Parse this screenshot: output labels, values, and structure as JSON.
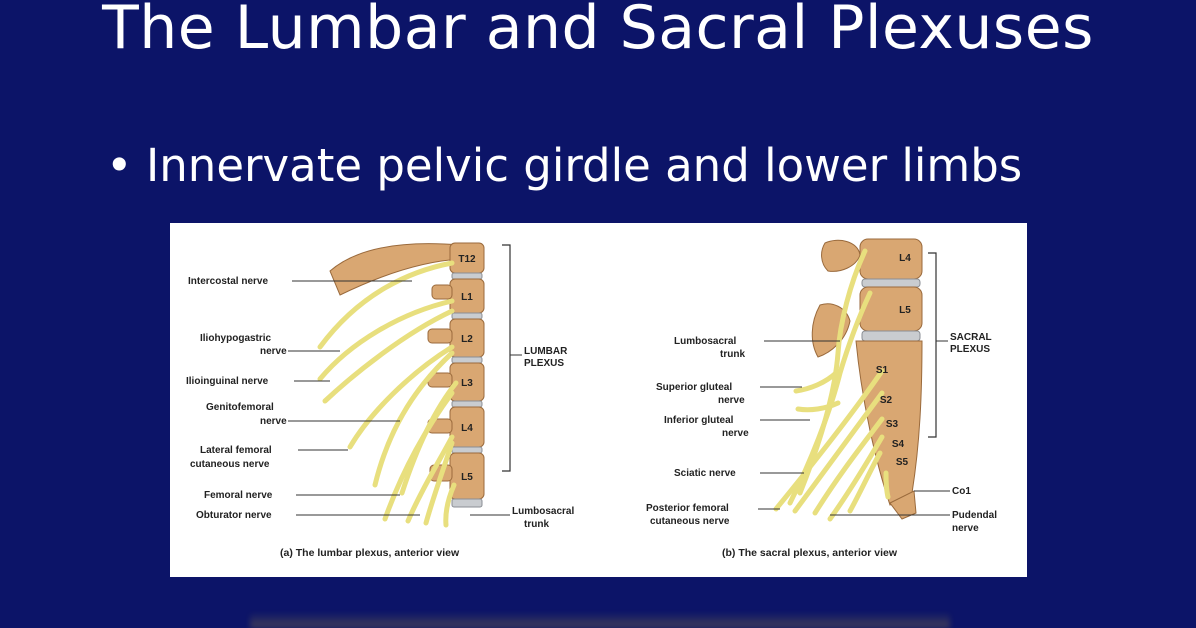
{
  "slide": {
    "title": "The Lumbar and Sacral Plexuses",
    "bullet_marker": "•",
    "bullet": "Innervate pelvic girdle and lower limbs"
  },
  "figure": {
    "lumbar": {
      "vertebrae": [
        "T12",
        "L1",
        "L2",
        "L3",
        "L4",
        "L5"
      ],
      "labels": {
        "intercostal": "Intercostal nerve",
        "iliohypogastric_1": "Iliohypogastric",
        "iliohypogastric_2": "nerve",
        "ilioinguinal": "Ilioinguinal nerve",
        "genitofemoral_1": "Genitofemoral",
        "genitofemoral_2": "nerve",
        "lateral_femoral_1": "Lateral femoral",
        "lateral_femoral_2": "cutaneous nerve",
        "femoral": "Femoral nerve",
        "obturator": "Obturator nerve",
        "plexus_1": "LUMBAR",
        "plexus_2": "PLEXUS",
        "lumbosacral_1": "Lumbosacral",
        "lumbosacral_2": "trunk"
      },
      "caption": "(a) The lumbar plexus, anterior view"
    },
    "sacral": {
      "vertebrae": [
        "L4",
        "L5",
        "S1",
        "S2",
        "S3",
        "S4",
        "S5"
      ],
      "labels": {
        "lumbosacral_1": "Lumbosacral",
        "lumbosacral_2": "trunk",
        "superior_gluteal_1": "Superior gluteal",
        "superior_gluteal_2": "nerve",
        "inferior_gluteal_1": "Inferior gluteal",
        "inferior_gluteal_2": "nerve",
        "sciatic": "Sciatic nerve",
        "posterior_femoral_1": "Posterior femoral",
        "posterior_femoral_2": "cutaneous nerve",
        "plexus_1": "SACRAL",
        "plexus_2": "PLEXUS",
        "co1": "Co1",
        "pudendal_1": "Pudendal",
        "pudendal_2": "nerve"
      },
      "caption": "(b) The sacral plexus, anterior view"
    }
  },
  "colors": {
    "background": "#0c1468",
    "text": "#ffffff",
    "nerve": "#e8df7e",
    "bone": "#d9a772"
  }
}
